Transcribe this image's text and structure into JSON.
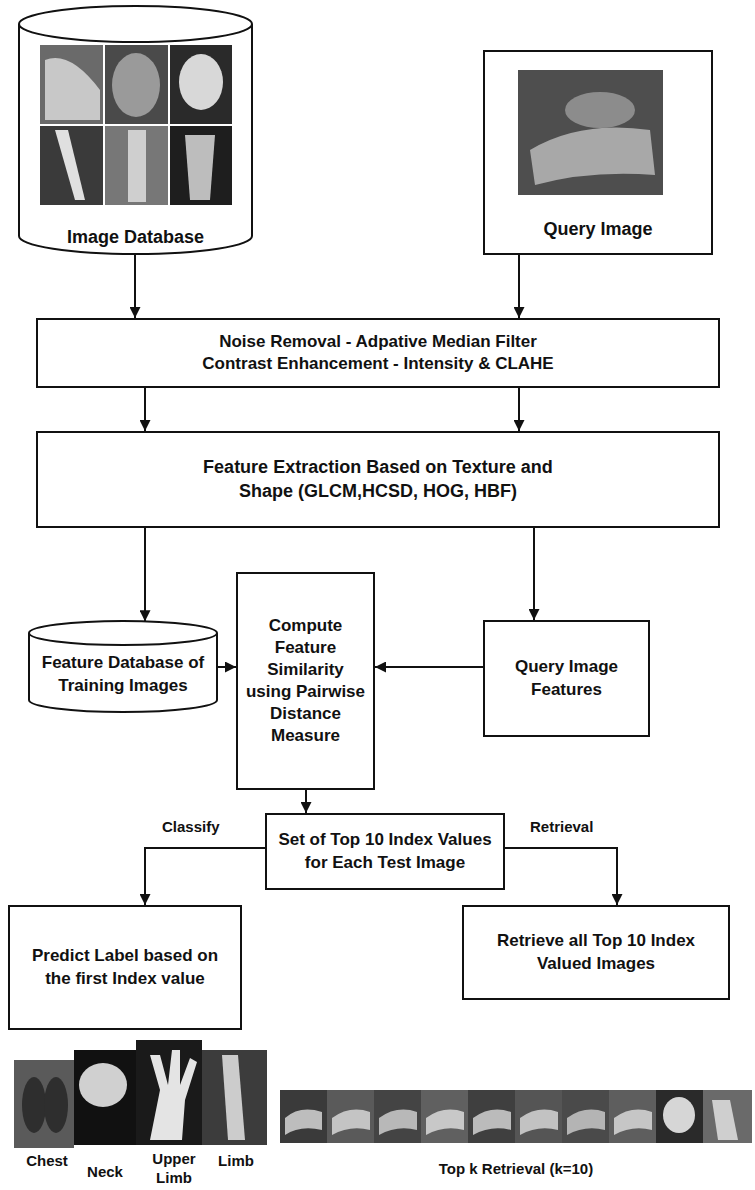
{
  "diagram": {
    "nodes": [
      {
        "text": [
          "Image Database"
        ]
      },
      {
        "text": [
          "Query Image"
        ]
      },
      {
        "text": [
          "Noise Removal - Adpative Median Filter",
          "Contrast Enhancement - Intensity & CLAHE"
        ]
      },
      {
        "text": [
          "Feature Extraction Based on Texture and Shape (GLCM,HCSD, HOG, HBF)"
        ]
      },
      {
        "text": [
          "Feature Database of Training Images"
        ]
      },
      {
        "text": [
          "Compute Feature Similarity using Pairwise Distance Measure"
        ]
      },
      {
        "text": [
          "Query Image Features"
        ]
      },
      {
        "text": [
          "Set of Top 10 Index Values for Each Test Image"
        ]
      },
      {
        "text": [
          "Predict Label based on the first Index value"
        ]
      },
      {
        "text": [
          "Retrieve all Top 10 Index Valued Images"
        ]
      }
    ],
    "edges": [
      {
        "from": 0,
        "to": 2,
        "arrow": "to"
      },
      {
        "from": 1,
        "to": 2,
        "arrow": "to"
      },
      {
        "from": 2,
        "to": 3,
        "arrow": "to"
      },
      {
        "from": 2,
        "to": 3,
        "arrow": "to"
      },
      {
        "from": 3,
        "to": 4,
        "arrow": "to"
      },
      {
        "from": 3,
        "to": 6,
        "arrow": "to"
      },
      {
        "from": 4,
        "to": 5,
        "arrow": "to"
      },
      {
        "from": 6,
        "to": 5,
        "arrow": "to"
      },
      {
        "from": 5,
        "to": 7,
        "arrow": "to"
      },
      {
        "from": 7,
        "to": 8,
        "label": "Classify",
        "arrow": "to"
      },
      {
        "from": 7,
        "to": 9,
        "label": "Retrieval",
        "arrow": "to"
      }
    ],
    "labels": [
      "Chest",
      "Neck",
      "Upper Limb",
      "Limb",
      "Top k Retrieval (k=10)"
    ]
  }
}
